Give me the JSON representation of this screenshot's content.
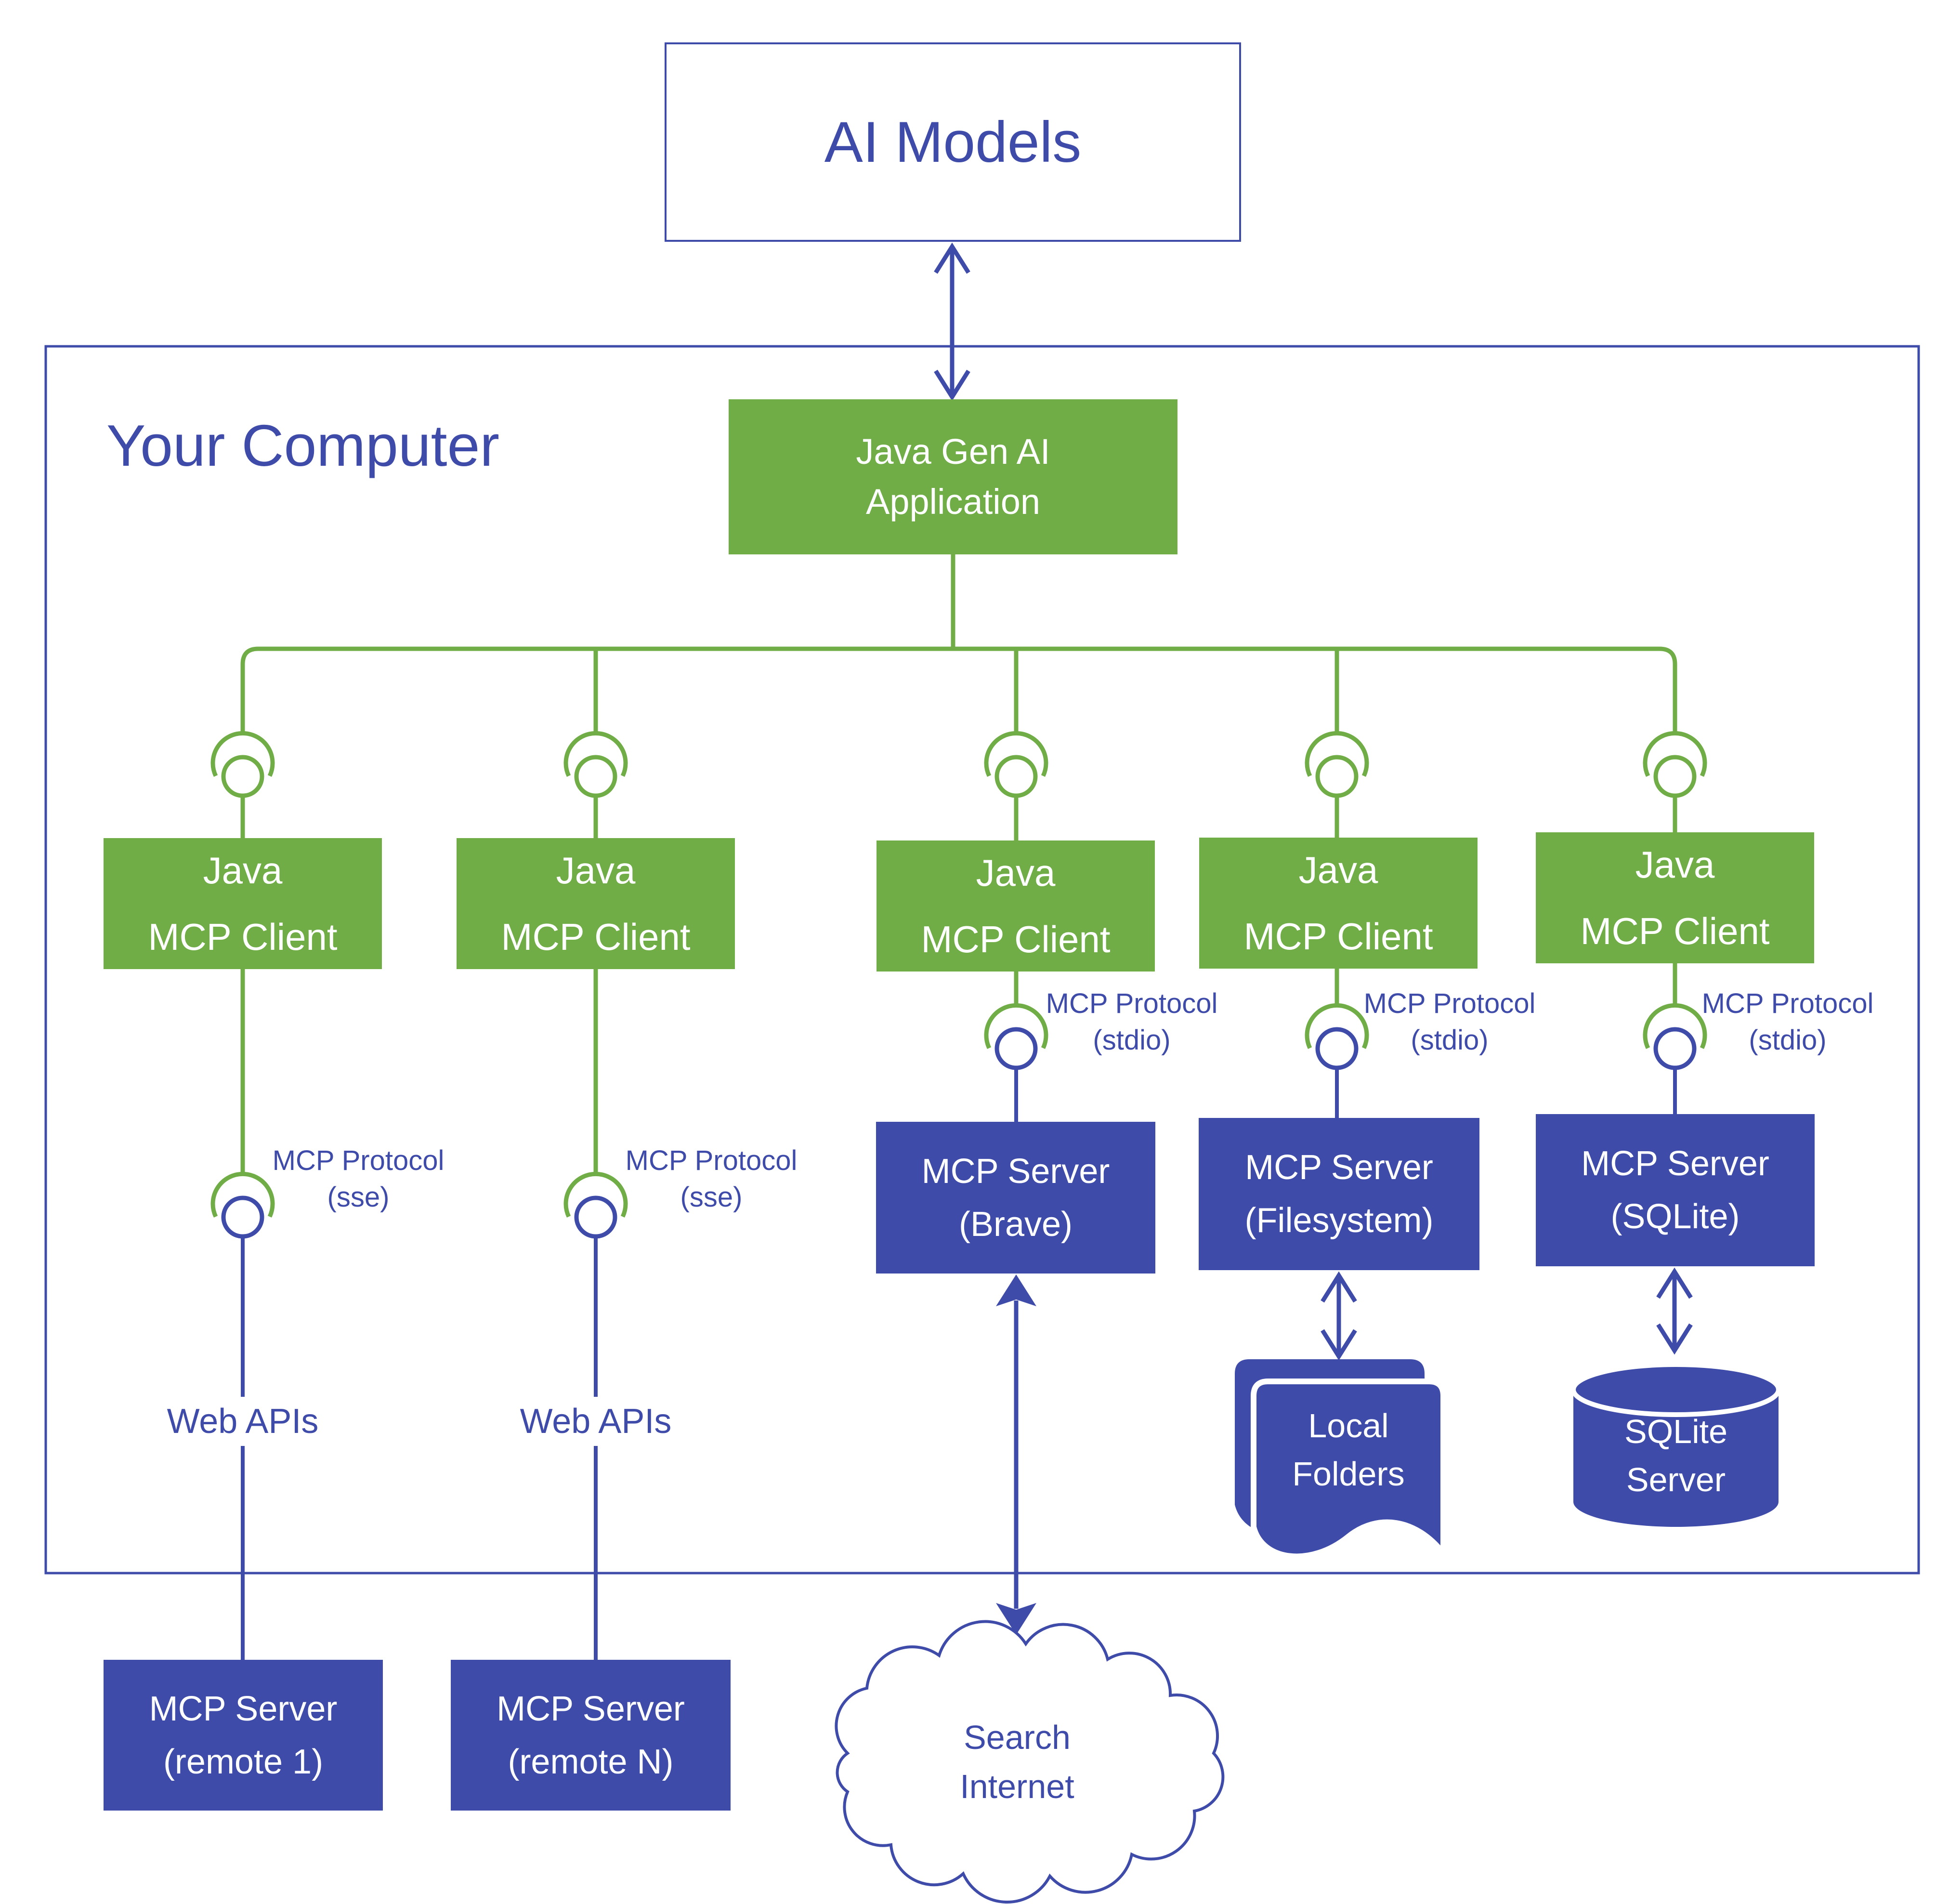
{
  "ai_models": {
    "title": "AI Models"
  },
  "your_computer_label": "Your Computer",
  "app": {
    "line1": "Java Gen AI",
    "line2": "Application"
  },
  "clients": [
    {
      "line1": "Java",
      "line2": "MCP Client"
    },
    {
      "line1": "Java",
      "line2": "MCP Client"
    },
    {
      "line1": "Java",
      "line2": "MCP Client"
    },
    {
      "line1": "Java",
      "line2": "MCP Client"
    },
    {
      "line1": "Java",
      "line2": "MCP Client"
    }
  ],
  "protocol_labels": [
    {
      "line1": "MCP Protocol",
      "line2": "(sse)"
    },
    {
      "line1": "MCP Protocol",
      "line2": "(sse)"
    },
    {
      "line1": "MCP Protocol",
      "line2": "(stdio)"
    },
    {
      "line1": "MCP Protocol",
      "line2": "(stdio)"
    },
    {
      "line1": "MCP Protocol",
      "line2": "(stdio)"
    }
  ],
  "web_api_labels": [
    "Web APIs",
    "Web APIs"
  ],
  "servers": [
    {
      "line1": "MCP Server",
      "line2": "(Brave)"
    },
    {
      "line1": "MCP Server",
      "line2": "(Filesystem)"
    },
    {
      "line1": "MCP Server",
      "line2": "(SQLite)"
    }
  ],
  "remote_servers": [
    {
      "line1": "MCP Server",
      "line2": "(remote 1)"
    },
    {
      "line1": "MCP Server",
      "line2": "(remote N)"
    }
  ],
  "storage": {
    "local_folders": {
      "line1": "Local",
      "line2": "Folders"
    },
    "sqlite": {
      "line1": "SQLite",
      "line2": "Server"
    }
  },
  "cloud": {
    "line1": "Search",
    "line2": "Internet"
  },
  "colors": {
    "green": "#70AD47",
    "blue": "#3E4BA9",
    "white": "#FFFFFF"
  }
}
